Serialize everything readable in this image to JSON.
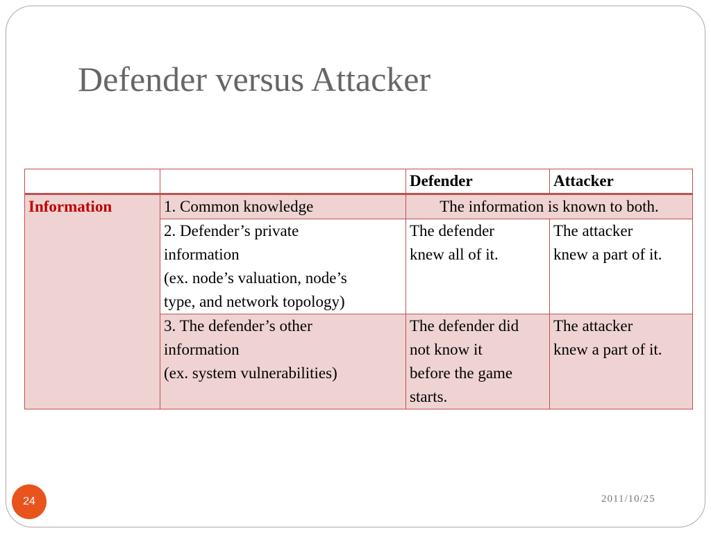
{
  "slide": {
    "title": "Defender versus Attacker",
    "page_number": "24",
    "date": "2011/10/25"
  },
  "table": {
    "headers": [
      "",
      "",
      "Defender",
      "Attacker"
    ],
    "category": "Information",
    "rows": [
      {
        "item_lines": [
          "1. Common knowledge"
        ],
        "merged": "The information is known to both."
      },
      {
        "item_lines": [
          "2. Defender’s private",
          "information",
          "(ex. node’s valuation, node’s",
          "type, and network topology)"
        ],
        "defender_lines": [
          "The defender",
          "knew all of it."
        ],
        "attacker_lines": [
          "The attacker",
          "knew a part of it."
        ]
      },
      {
        "item_lines": [
          "3. The defender’s other",
          "information",
          "(ex. system vulnerabilities)"
        ],
        "defender_lines": [
          "The defender did",
          "not know it",
          "before the game",
          "starts."
        ],
        "attacker_lines": [
          "The attacker",
          "knew a part of it."
        ]
      }
    ]
  }
}
